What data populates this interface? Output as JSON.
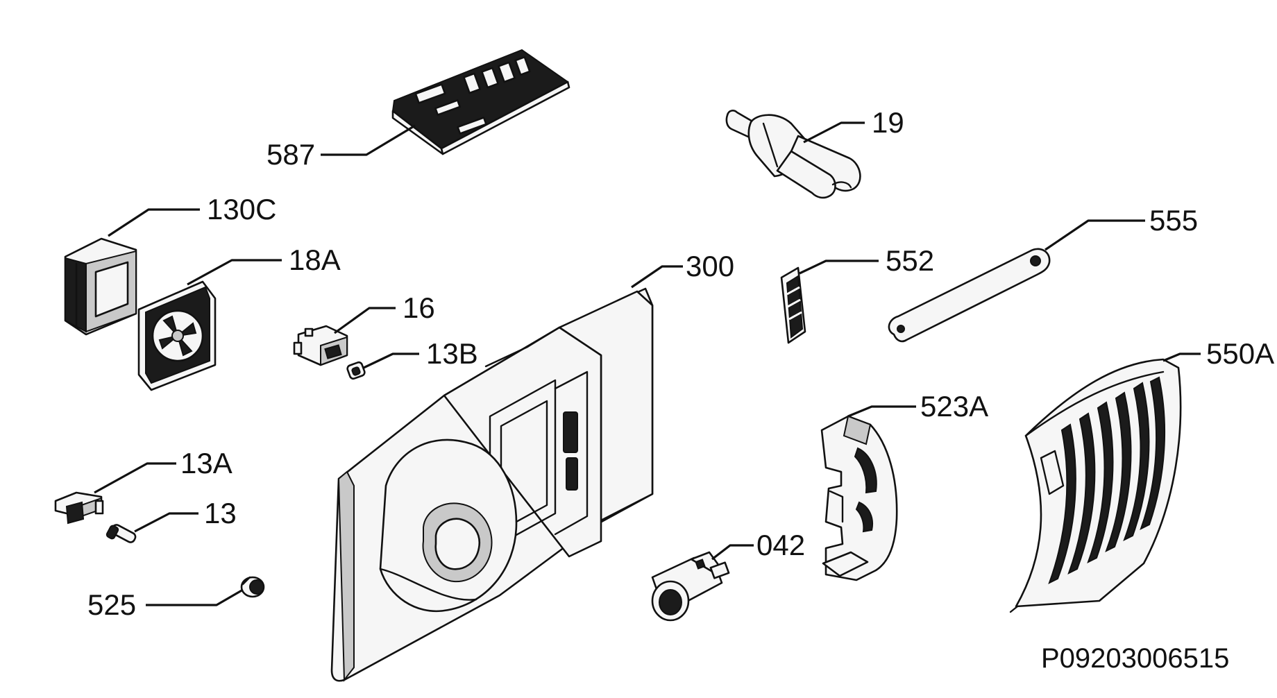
{
  "colors": {
    "ink": "#111111",
    "background": "#ffffff"
  },
  "diagram": {
    "drawing_number": "P09203006515",
    "parts": [
      {
        "id": "587",
        "label": "587",
        "icon": "control-board-icon"
      },
      {
        "id": "19",
        "label": "19",
        "icon": "lamp-bulb-icon"
      },
      {
        "id": "130C",
        "label": "130C",
        "icon": "fan-housing-icon"
      },
      {
        "id": "18A",
        "label": "18A",
        "icon": "fan-icon"
      },
      {
        "id": "16",
        "label": "16",
        "icon": "switch-icon"
      },
      {
        "id": "13B",
        "label": "13B",
        "icon": "switch-cap-icon"
      },
      {
        "id": "300",
        "label": "300",
        "icon": "control-housing-icon"
      },
      {
        "id": "552",
        "label": "552",
        "icon": "clip-comb-icon"
      },
      {
        "id": "555",
        "label": "555",
        "icon": "lever-strip-icon"
      },
      {
        "id": "550A",
        "label": "550A",
        "icon": "lamp-cover-grille-icon"
      },
      {
        "id": "523A",
        "label": "523A",
        "icon": "lamp-holder-bracket-icon"
      },
      {
        "id": "13A",
        "label": "13A",
        "icon": "door-switch-icon"
      },
      {
        "id": "13",
        "label": "13",
        "icon": "plunger-icon"
      },
      {
        "id": "042",
        "label": "042",
        "icon": "lamp-socket-icon"
      },
      {
        "id": "525",
        "label": "525",
        "icon": "knob-icon"
      }
    ]
  }
}
